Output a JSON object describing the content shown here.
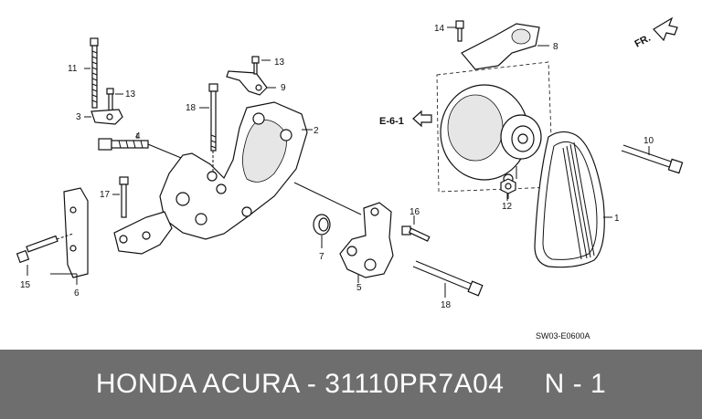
{
  "diagram": {
    "direction_label": "FR.",
    "reference_label": "E-6-1",
    "drawing_code": "SW03-E0600A",
    "callouts": {
      "p1": "1",
      "p2": "2",
      "p3": "3",
      "p4": "4",
      "p5": "5",
      "p6": "6",
      "p7": "7",
      "p8": "8",
      "p9": "9",
      "p10": "10",
      "p11": "11",
      "p12": "12",
      "p13a": "13",
      "p13b": "13",
      "p14": "14",
      "p15": "15",
      "p16": "16",
      "p17": "17",
      "p18a": "18",
      "p18b": "18"
    }
  },
  "footer": {
    "text": "HONDA ACURA - 31110PR7A04     N - 1"
  }
}
